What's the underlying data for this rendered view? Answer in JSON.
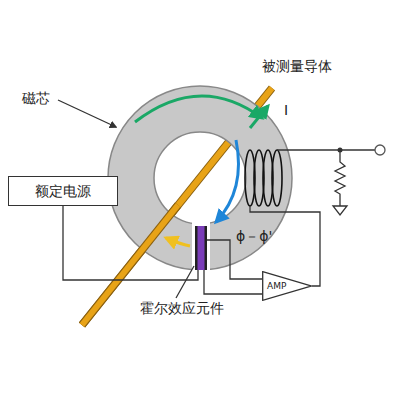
{
  "diagram": {
    "nodes": [
      {
        "text": [
          "额定电源"
        ]
      },
      {
        "text": [
          "AMP"
        ]
      }
    ],
    "labels": [
      "磁芯",
      "被测量导体",
      "I",
      "ϕ－ϕ'",
      "霍尔效应元件"
    ]
  }
}
